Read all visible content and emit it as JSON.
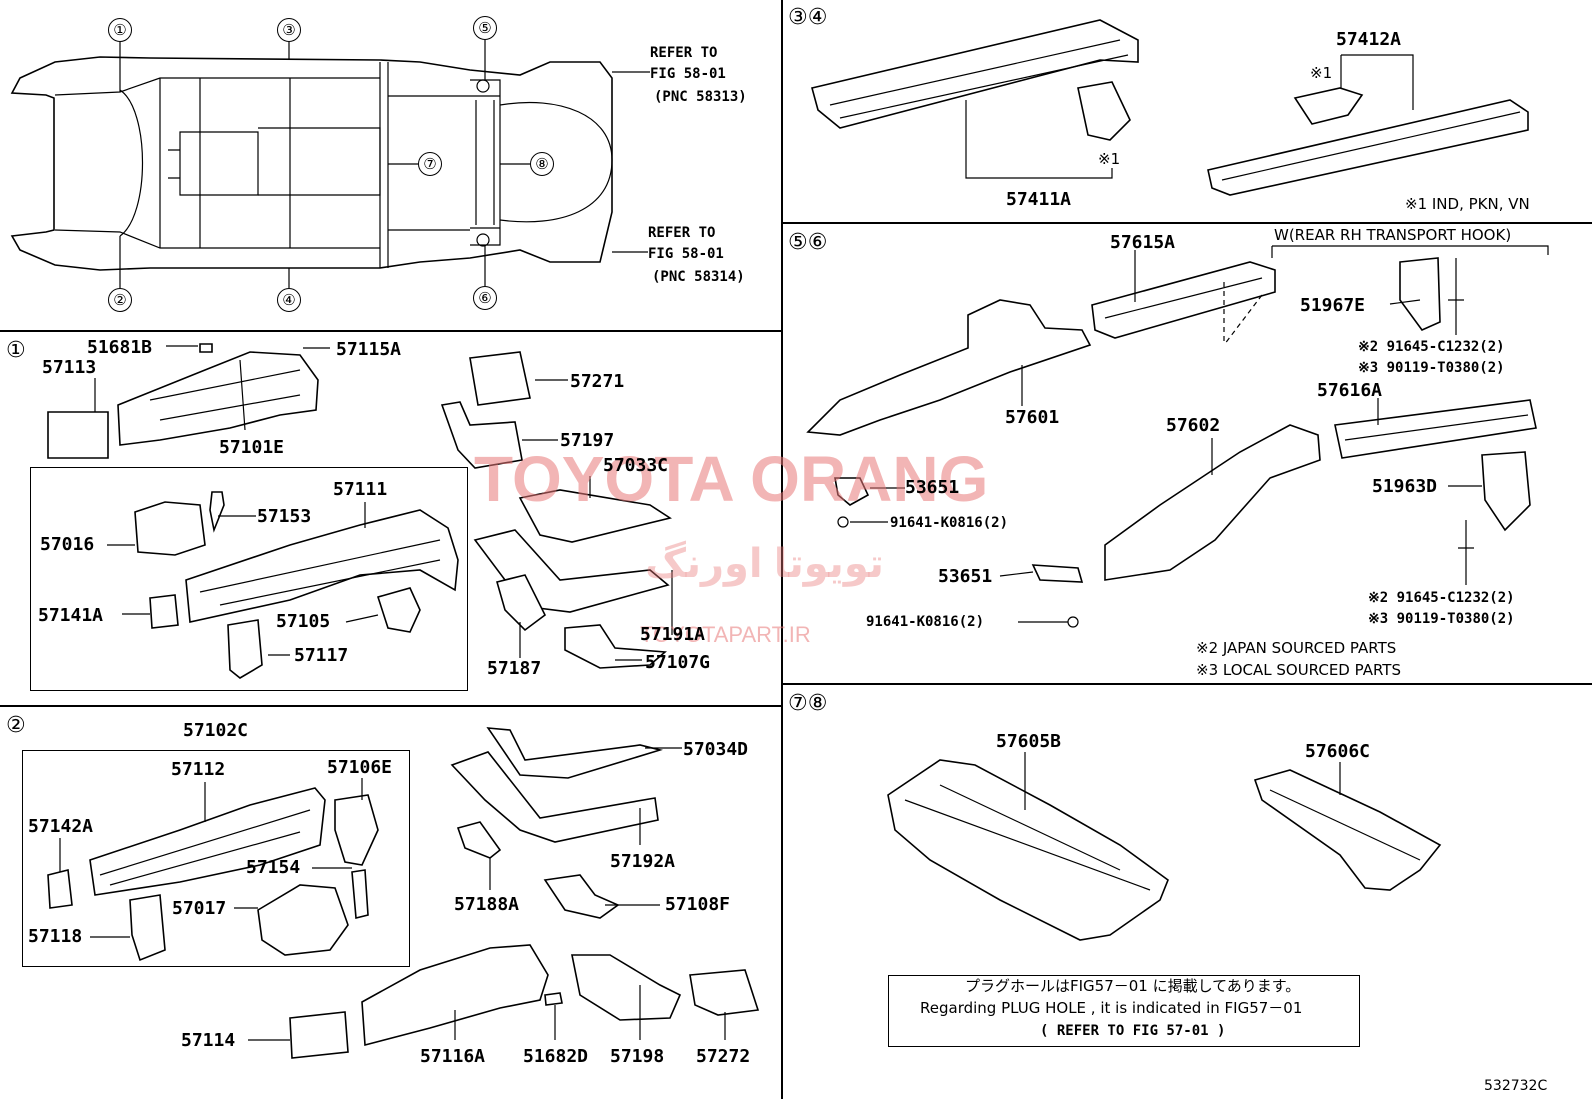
{
  "diagram_id": "532732C",
  "watermark": {
    "title": "TOYOTA ORANG",
    "arabic": "تویوتا اورنگ",
    "site": "TOYOTAPART.IR"
  },
  "overview": {
    "refer_rh": [
      "REFER TO",
      "FIG 58-01",
      "(PNC 58313)"
    ],
    "refer_lh": [
      "REFER TO",
      "FIG 58-01",
      "(PNC 58314)"
    ],
    "callouts": [
      "①",
      "②",
      "③",
      "④",
      "⑤",
      "⑥",
      "⑦",
      "⑧"
    ]
  },
  "sec1": {
    "marker": "①",
    "parts": [
      "51681B",
      "57115A",
      "57113",
      "57101E",
      "57111",
      "57016",
      "57153",
      "57141A",
      "57105",
      "57117",
      "57271",
      "57197",
      "57033C",
      "57187",
      "57191A",
      "57107G"
    ]
  },
  "sec2": {
    "marker": "②",
    "parts": [
      "57102C",
      "57112",
      "57106E",
      "57142A",
      "57154",
      "57017",
      "57118",
      "57034D",
      "57192A",
      "57188A",
      "57108F",
      "57114",
      "57116A",
      "51682D",
      "57198",
      "57272"
    ]
  },
  "sec34": {
    "marker": "③④",
    "parts": [
      "57412A",
      "57411A"
    ],
    "mark1": "※1",
    "note": "※1 IND, PKN, VN"
  },
  "sec56": {
    "marker": "⑤⑥",
    "parts": [
      "57615A",
      "51967E",
      "57601",
      "57616A",
      "57602",
      "51963D",
      "53651",
      "53651"
    ],
    "hook": "W(REAR RH TRANSPORT HOOK)",
    "bolts": [
      "91641-K0816(2)",
      "91641-K0816(2)"
    ],
    "jp1": "※2  91645-C1232(2)",
    "lc1": "※3  90119-T0380(2)",
    "jp2": "※2  91645-C1232(2)",
    "lc2": "※3  90119-T0380(2)",
    "note2": "※2 JAPAN SOURCED PARTS",
    "note3": "※3 LOCAL SOURCED PARTS"
  },
  "sec78": {
    "marker": "⑦⑧",
    "parts": [
      "57605B",
      "57606C"
    ],
    "plug_jp": "プラグホールはFIG57－01 に掲載してあります。",
    "plug_en": "Regarding  PLUG HOLE , it is  indicated  in  FIG57－01",
    "plug_ref": "(    REFER TO FIG 57-01 )"
  }
}
